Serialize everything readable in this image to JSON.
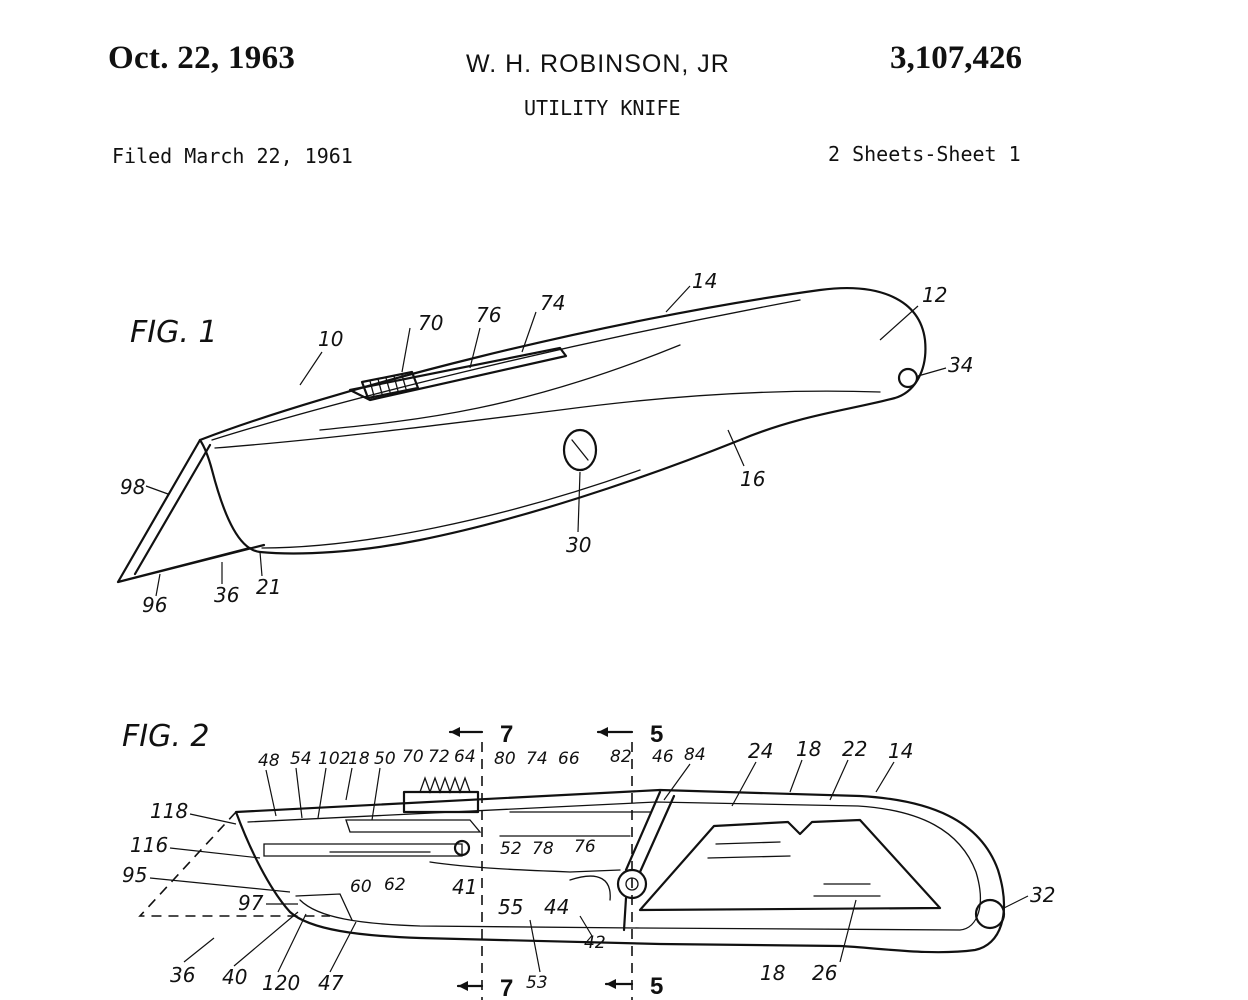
{
  "header": {
    "date": "Oct. 22, 1963",
    "inventor": "W. H. ROBINSON, JR",
    "patent_number": "3,107,426",
    "title": "UTILITY KNIFE",
    "filed": "Filed March 22, 1961",
    "sheets": "2 Sheets-Sheet 1"
  },
  "fig1": {
    "label": "FIG. 1",
    "refs": {
      "r10": "10",
      "r70": "70",
      "r76": "76",
      "r74": "74",
      "r14": "14",
      "r12": "12",
      "r34": "34",
      "r16": "16",
      "r30": "30",
      "r98": "98",
      "r96": "96",
      "r36": "36",
      "r21": "21"
    }
  },
  "fig2": {
    "label": "FIG. 2",
    "sections": {
      "s7_top": "7",
      "s5_top": "5",
      "s7_bottom": "7",
      "s5_bottom": "5"
    },
    "refs": {
      "r48": "48",
      "r54": "54",
      "r102": "102",
      "r18a": "18",
      "r50": "50",
      "r70": "70",
      "r72": "72",
      "r64": "64",
      "r80": "80",
      "r74": "74",
      "r66": "66",
      "r82": "82",
      "r46": "46",
      "r84": "84",
      "r24": "24",
      "r18b": "18",
      "r22": "22",
      "r14": "14",
      "r118": "118",
      "r116": "116",
      "r95": "95",
      "r97": "97",
      "r60": "60",
      "r62": "62",
      "r52": "52",
      "r78": "78",
      "r76": "76",
      "r41": "41",
      "r55": "55",
      "r44": "44",
      "r32": "32",
      "r36": "36",
      "r40": "40",
      "r120": "120",
      "r47": "47",
      "r53": "53",
      "r42": "42",
      "r18c": "18",
      "r26": "26"
    }
  }
}
